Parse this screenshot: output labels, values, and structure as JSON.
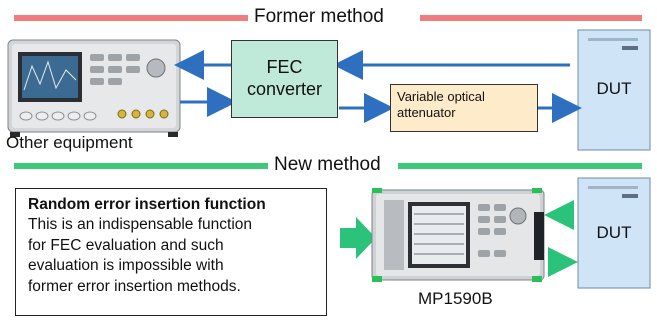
{
  "former": {
    "heading": "Former method",
    "fec_line1": "FEC",
    "fec_line2": "converter",
    "voa_line1": "Variable optical",
    "voa_line2": "attenuator",
    "dut_label": "DUT",
    "equipment_label": "Other equipment"
  },
  "new": {
    "heading": "New method",
    "box_title": "Random error insertion function",
    "box_lines": [
      "This is an indispensable function",
      "for FEC evaluation and such",
      "evaluation is impossible with",
      "former error insertion methods."
    ],
    "dut_label": "DUT",
    "device_label": "MP1590B"
  },
  "colors": {
    "former_bar": "#f07d7d",
    "new_bar": "#3ec97a",
    "arrow_blue": "#2e6fbf",
    "arrow_green": "#2bc27a",
    "fec_fill": "#bfe9d9",
    "voa_fill": "#fdebc9",
    "dut_fill": "#cfe5f7"
  }
}
